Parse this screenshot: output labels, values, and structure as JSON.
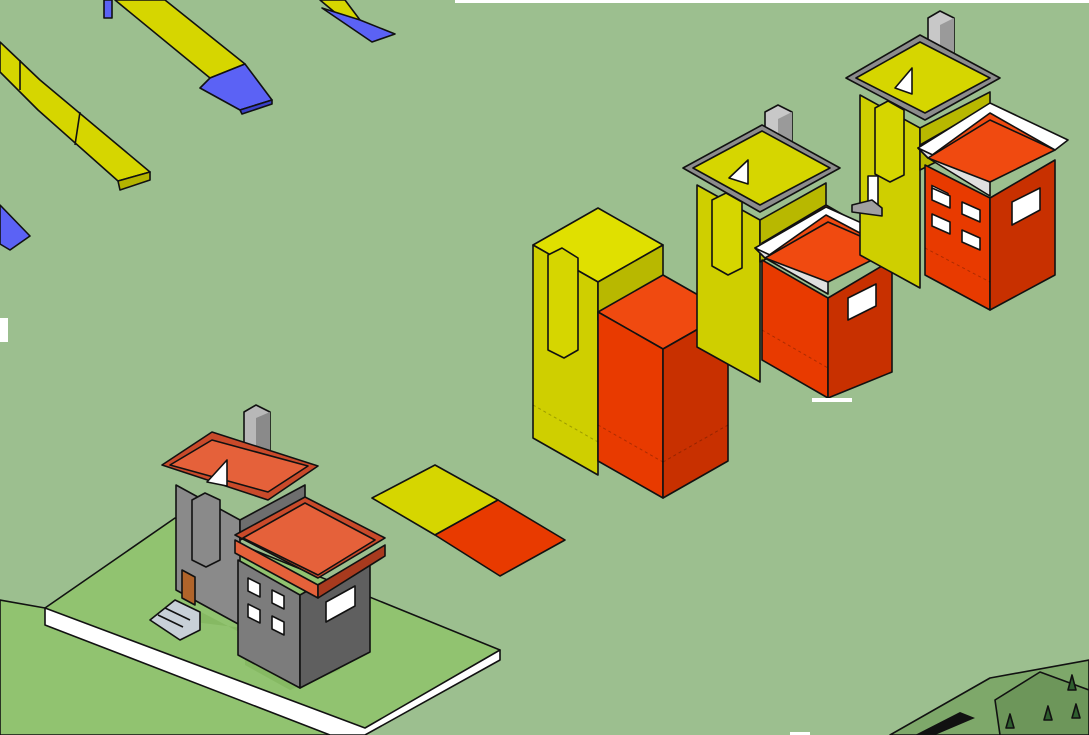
{
  "scene": {
    "background_color": "#9cbf8f",
    "palette": {
      "yellow": "#d6d600",
      "yellow_dark": "#b4b400",
      "red": "#e83a00",
      "red_dark": "#c52f00",
      "blue": "#5b62f5",
      "wall_gray": "#7c7c7c",
      "wall_gray_dark": "#5f5f5f",
      "roof_orange": "#e5613a",
      "roof_white": "#ffffff",
      "grass": "#8fc36b",
      "outline": "#111111"
    },
    "objects": [
      "ramp-pieces",
      "stepped-massing-block",
      "house-model-yellow-red",
      "house-model-tall-yellow-red",
      "color-swatch-tile",
      "finished-house-model",
      "landscape-edge"
    ]
  }
}
